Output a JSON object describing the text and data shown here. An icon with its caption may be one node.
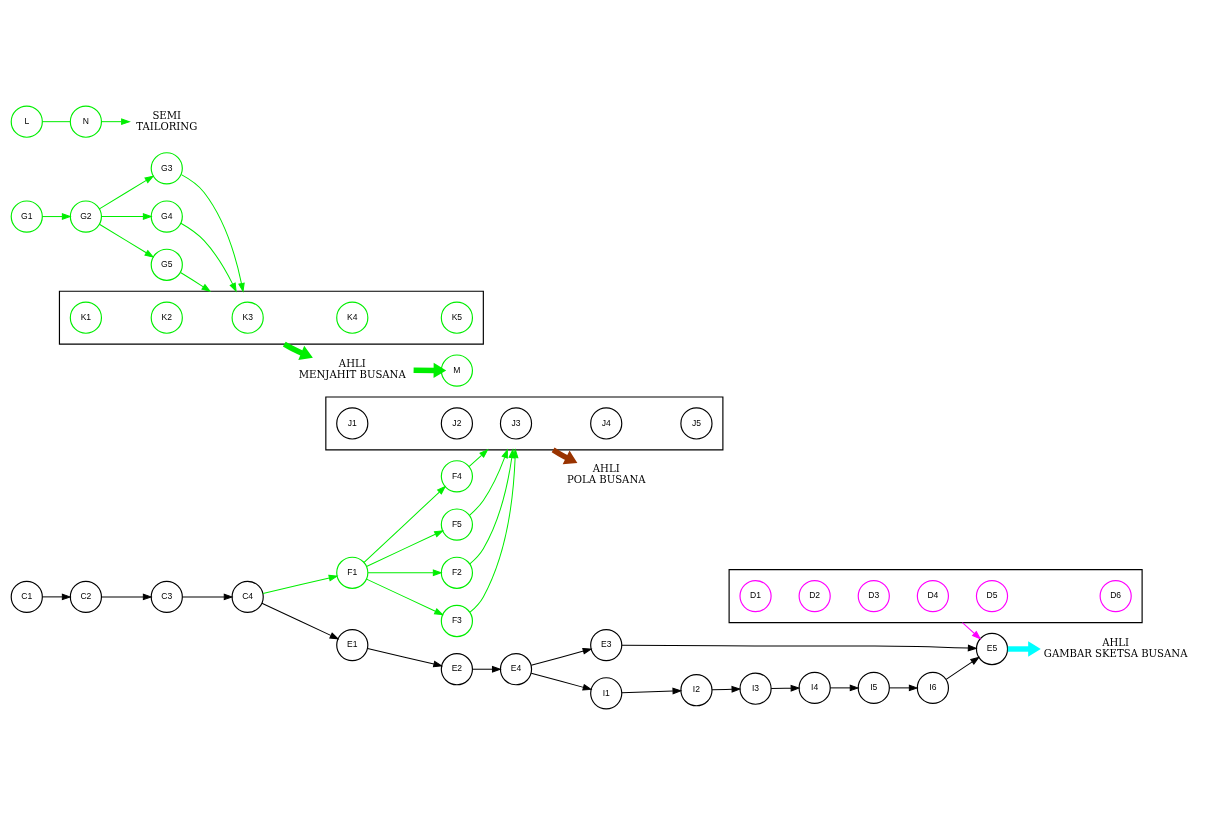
{
  "diagram": {
    "nodes": [
      {
        "text": [],
        "shape": "box"
      },
      {
        "text": [
          "D1"
        ],
        "in": 0
      },
      {
        "text": [
          "D2"
        ],
        "in": 0
      },
      {
        "text": [
          "D3"
        ],
        "in": 0
      },
      {
        "text": [
          "D4"
        ],
        "in": 0
      },
      {
        "text": [
          "D5"
        ],
        "in": 0
      },
      {
        "text": [
          "D6"
        ],
        "in": 0
      },
      {
        "text": [
          "E5"
        ]
      },
      {
        "text": [
          "AHLI GAMBAR SKETSA BUSANA"
        ]
      },
      {
        "text": [
          "E3"
        ]
      },
      {
        "text": [
          "E1"
        ]
      },
      {
        "text": [
          "E2"
        ]
      },
      {
        "text": [
          "E4"
        ]
      },
      {
        "text": [
          "C1"
        ]
      },
      {
        "text": [
          "C2"
        ]
      },
      {
        "text": [
          "C3"
        ]
      },
      {
        "text": [
          "C4"
        ]
      },
      {
        "text": [
          "I1"
        ]
      },
      {
        "text": [
          "I2"
        ]
      },
      {
        "text": [
          "I3"
        ]
      },
      {
        "text": [
          "I4"
        ]
      },
      {
        "text": [
          "I5"
        ]
      },
      {
        "text": [
          "I6"
        ]
      },
      {
        "text": [
          "F1"
        ]
      },
      {
        "text": [
          "F2"
        ]
      },
      {
        "text": [
          "F3"
        ]
      },
      {
        "text": [
          "F4"
        ]
      },
      {
        "text": [
          "F5"
        ]
      },
      {
        "text": [
          "G1"
        ]
      },
      {
        "text": [
          "G2"
        ]
      },
      {
        "text": [
          "G3"
        ]
      },
      {
        "text": [
          "G4"
        ]
      },
      {
        "text": [
          "G5"
        ]
      },
      {
        "text": [],
        "shape": "box"
      },
      {
        "text": [
          "K1"
        ],
        "in": 33
      },
      {
        "text": [
          "K2"
        ],
        "in": 33
      },
      {
        "text": [
          "K3"
        ],
        "in": 33
      },
      {
        "text": [
          "K4"
        ],
        "in": 33
      },
      {
        "text": [
          "K5"
        ],
        "in": 33
      },
      {
        "text": [],
        "shape": "box"
      },
      {
        "text": [
          "J1"
        ],
        "in": 39
      },
      {
        "text": [
          "J2"
        ],
        "in": 39
      },
      {
        "text": [
          "J3"
        ],
        "in": 39
      },
      {
        "text": [
          "J4"
        ],
        "in": 39
      },
      {
        "text": [
          "J5"
        ],
        "in": 39
      },
      {
        "text": [
          "L"
        ]
      },
      {
        "text": [
          "AHLI POLA BUSANA"
        ]
      },
      {
        "text": [
          "AHLI MENJAHIT BUSANA"
        ]
      },
      {
        "text": [
          "M"
        ]
      },
      {
        "text": [
          "SEMI TAILORING"
        ]
      },
      {
        "text": [
          "N"
        ]
      }
    ],
    "edges": [
      {
        "from": 0,
        "to": 7,
        "arrow": "to",
        "color": "#ff00ff"
      },
      {
        "from": 7,
        "to": 8,
        "arrow": "to",
        "style": "thick",
        "color": "#00ffff"
      },
      {
        "from": 13,
        "to": 14,
        "arrow": "to",
        "color": "#000000"
      },
      {
        "from": 14,
        "to": 15,
        "arrow": "to",
        "color": "#000000"
      },
      {
        "from": 15,
        "to": 16,
        "arrow": "to",
        "color": "#000000"
      },
      {
        "from": 16,
        "to": 10,
        "arrow": "to",
        "color": "#000000"
      },
      {
        "from": 10,
        "to": 11,
        "arrow": "to",
        "color": "#000000"
      },
      {
        "from": 11,
        "to": 12,
        "arrow": "to",
        "color": "#000000"
      },
      {
        "from": 12,
        "to": 9,
        "arrow": "to",
        "color": "#000000"
      },
      {
        "from": 9,
        "to": 7,
        "arrow": "to",
        "color": "#000000"
      },
      {
        "from": 12,
        "to": 17,
        "arrow": "to",
        "color": "#000000"
      },
      {
        "from": 17,
        "to": 18,
        "arrow": "to",
        "color": "#000000"
      },
      {
        "from": 18,
        "to": 19,
        "arrow": "to",
        "color": "#000000"
      },
      {
        "from": 19,
        "to": 20,
        "arrow": "to",
        "color": "#000000"
      },
      {
        "from": 20,
        "to": 21,
        "arrow": "to",
        "color": "#000000"
      },
      {
        "from": 21,
        "to": 22,
        "arrow": "to",
        "color": "#000000"
      },
      {
        "from": 22,
        "to": 7,
        "arrow": "to",
        "color": "#000000"
      },
      {
        "from": 16,
        "to": 23,
        "arrow": "to"
      },
      {
        "from": 23,
        "to": 24,
        "arrow": "to"
      },
      {
        "from": 23,
        "to": 25,
        "arrow": "to"
      },
      {
        "from": 23,
        "to": 26,
        "arrow": "to"
      },
      {
        "from": 23,
        "to": 27,
        "arrow": "to"
      },
      {
        "from": 24,
        "to": 39,
        "arrow": "to"
      },
      {
        "from": 25,
        "to": 39,
        "arrow": "to"
      },
      {
        "from": 26,
        "to": 39,
        "arrow": "to"
      },
      {
        "from": 27,
        "to": 39,
        "arrow": "to"
      },
      {
        "from": 28,
        "to": 29,
        "arrow": "to"
      },
      {
        "from": 29,
        "to": 30,
        "arrow": "to"
      },
      {
        "from": 29,
        "to": 31,
        "arrow": "to"
      },
      {
        "from": 29,
        "to": 32,
        "arrow": "to"
      },
      {
        "from": 30,
        "to": 33,
        "arrow": "to"
      },
      {
        "from": 31,
        "to": 33,
        "arrow": "to"
      },
      {
        "from": 32,
        "to": 33,
        "arrow": "to"
      },
      {
        "from": 39,
        "to": 46,
        "arrow": "to",
        "style": "thick",
        "color": "#993300"
      },
      {
        "from": 33,
        "to": 47,
        "arrow": "to",
        "style": "thick"
      },
      {
        "from": 47,
        "to": 48,
        "arrow": "to",
        "style": "thick"
      },
      {
        "from": 45,
        "to": 50,
        "arrow": "none"
      },
      {
        "from": 50,
        "to": 49,
        "arrow": "to"
      }
    ]
  }
}
